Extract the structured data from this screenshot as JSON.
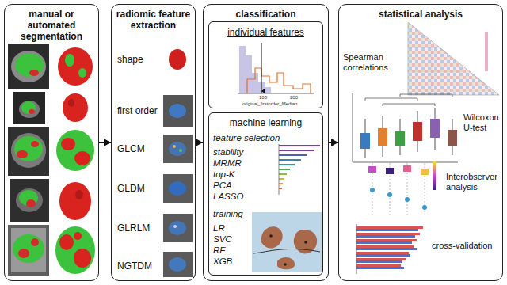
{
  "diagram": {
    "nodes": [
      {
        "text": [
          "manual or automated segmentation"
        ]
      },
      {
        "text": [
          "radiomic feature extraction",
          "shape",
          "first order",
          "GLCM",
          "GLDM",
          "GLRLM",
          "NGTDM"
        ]
      },
      {
        "text": [
          "classification"
        ]
      },
      {
        "text": [
          "individual features"
        ],
        "in": 2
      },
      {
        "text": [
          "machine learning",
          "feature selection",
          "stability",
          "MRMR",
          "top-K",
          "PCA",
          "LASSO",
          "training",
          "LR",
          "SVC",
          "RF",
          "XGB"
        ],
        "in": 2
      },
      {
        "text": [
          "statistical analysis",
          "Spearman correlations",
          "Wilcoxon U-test",
          "Interobserver analysis",
          "cross-validation"
        ]
      }
    ],
    "edges": [
      {
        "from": 0,
        "to": 1,
        "arrow": "to"
      },
      {
        "from": 1,
        "to": 2,
        "arrow": "to"
      },
      {
        "from": 2,
        "to": 5,
        "arrow": "to"
      }
    ],
    "labels": [
      "100",
      "200",
      "original_firstorder_Median"
    ]
  }
}
